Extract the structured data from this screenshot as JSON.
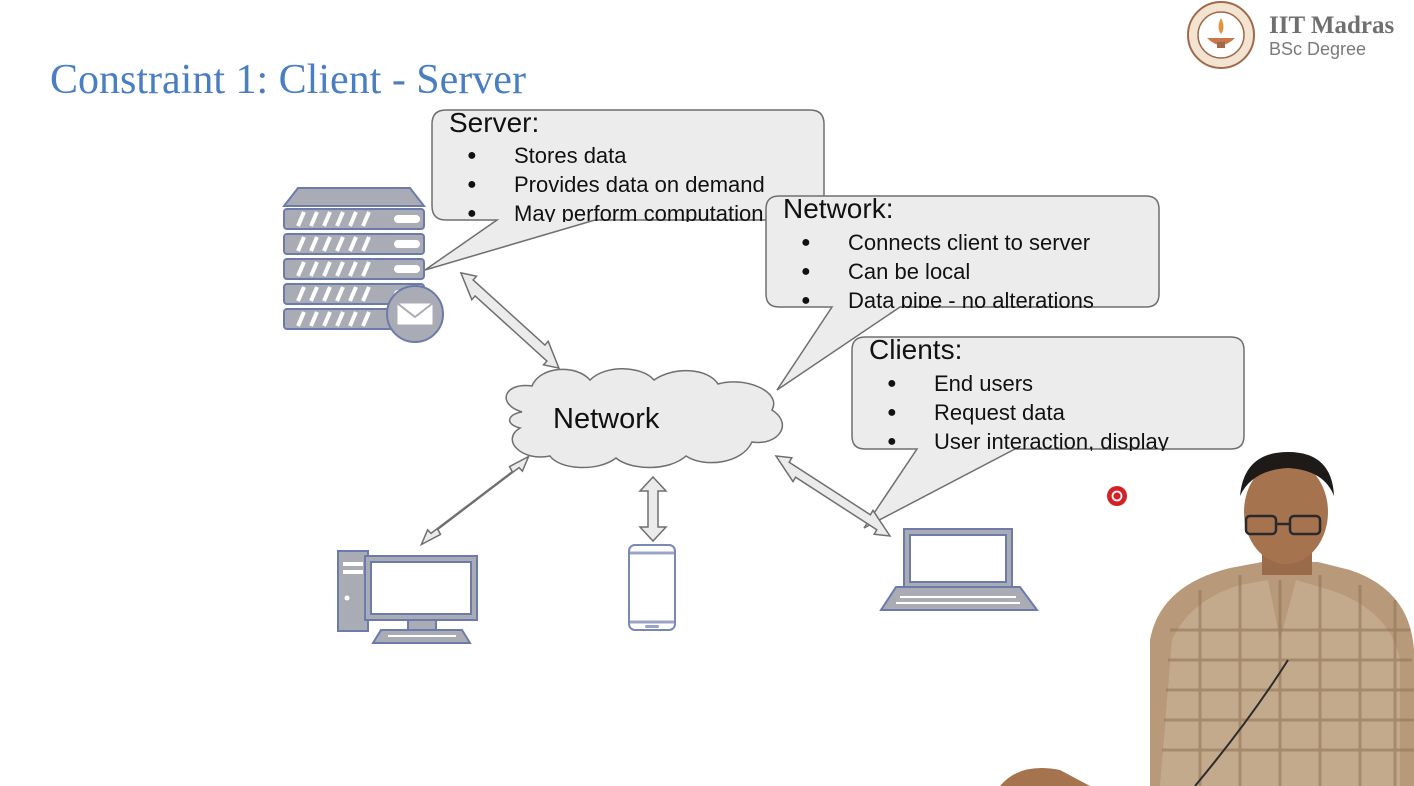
{
  "slide": {
    "title": "Constraint 1: Client - Server"
  },
  "logo": {
    "name": "IIT Madras",
    "subtitle": "BSc Degree"
  },
  "callouts": {
    "server": {
      "heading": "Server:",
      "items": [
        "Stores data",
        "Provides data on demand",
        "May perform computation"
      ]
    },
    "network": {
      "heading": "Network:",
      "items": [
        "Connects client to server",
        "Can be local",
        "Data pipe - no alterations"
      ]
    },
    "clients": {
      "heading": "Clients:",
      "items": [
        "End users",
        "Request data",
        "User interaction, display"
      ]
    }
  },
  "diagram": {
    "cloud_label": "Network"
  },
  "colors": {
    "title": "#4a7ec2",
    "icon_fill": "#a9acb4",
    "icon_stroke": "#6d7bab",
    "bubble_fill": "#ececec",
    "cloud_fill": "#ebebeb",
    "record_indicator": "#d71f26"
  }
}
